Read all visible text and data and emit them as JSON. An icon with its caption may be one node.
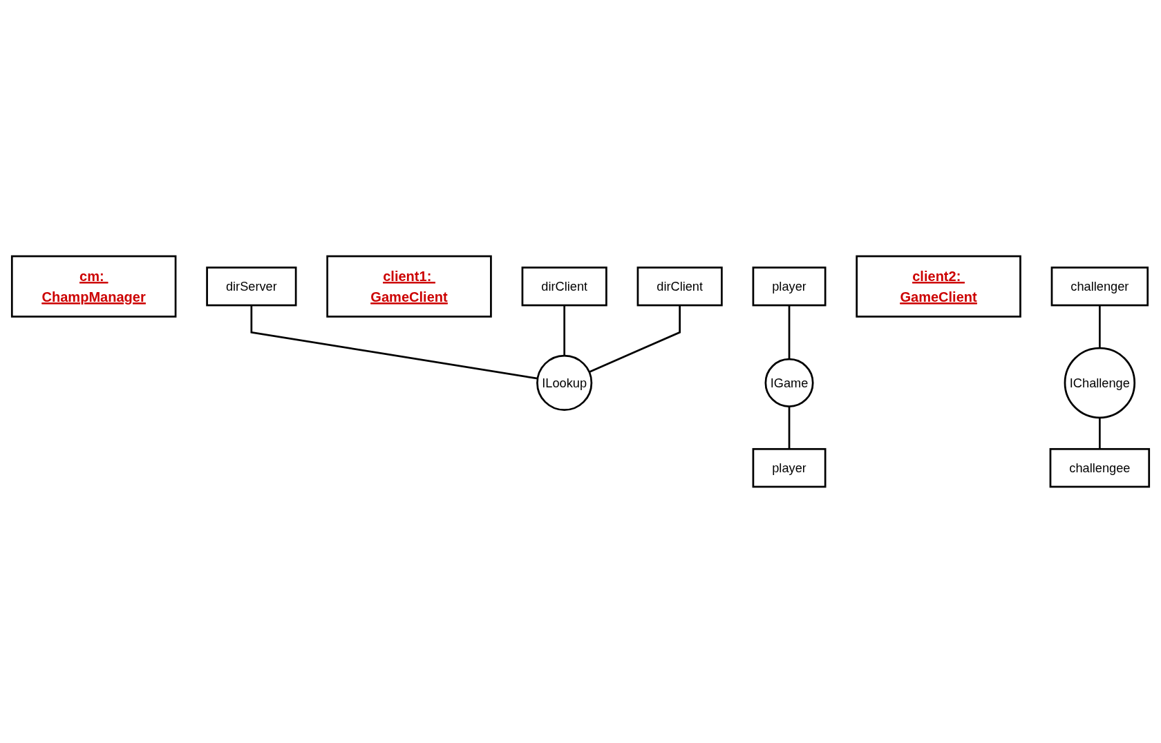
{
  "diagram": {
    "nodes": [
      {
        "text": [
          "cm: ChampManager"
        ]
      },
      {
        "text": [
          "dirServer"
        ]
      },
      {
        "text": [
          "ILookup"
        ]
      },
      {
        "text": [
          "client1: GameClient"
        ]
      },
      {
        "text": [
          "dirClient"
        ]
      },
      {
        "text": [
          "player"
        ]
      },
      {
        "text": [
          "challenger"
        ]
      },
      {
        "text": [
          "IGame"
        ]
      },
      {
        "text": [
          "client2: GameClient"
        ]
      },
      {
        "text": [
          "dirClient"
        ]
      },
      {
        "text": [
          "player"
        ]
      },
      {
        "text": [
          "challengee"
        ]
      },
      {
        "text": [
          "IChallenge"
        ]
      }
    ],
    "edges": [
      {
        "from": 1,
        "to": 2,
        "arrow": "none"
      },
      {
        "from": 4,
        "to": 2,
        "arrow": "none"
      },
      {
        "from": 9,
        "to": 2,
        "arrow": "none"
      },
      {
        "from": 5,
        "to": 7,
        "arrow": "none"
      },
      {
        "from": 7,
        "to": 10,
        "arrow": "none"
      },
      {
        "from": 6,
        "to": 12,
        "arrow": "none"
      },
      {
        "from": 12,
        "to": 11,
        "arrow": "none"
      }
    ]
  }
}
